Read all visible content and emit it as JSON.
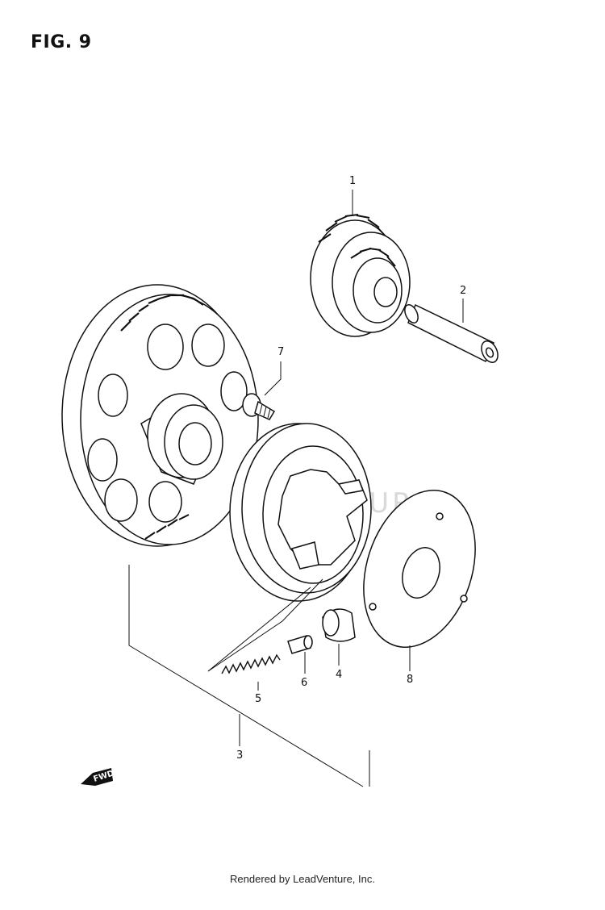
{
  "title": "FIG. 9",
  "footer": "Rendered by LeadVenture, Inc.",
  "watermark": "LEADVENTURE",
  "fwd_label": "FWD",
  "callouts": {
    "c1": "1",
    "c2": "2",
    "c3": "3",
    "c4": "4",
    "c5": "5",
    "c6": "6",
    "c7": "7",
    "c8": "8"
  }
}
